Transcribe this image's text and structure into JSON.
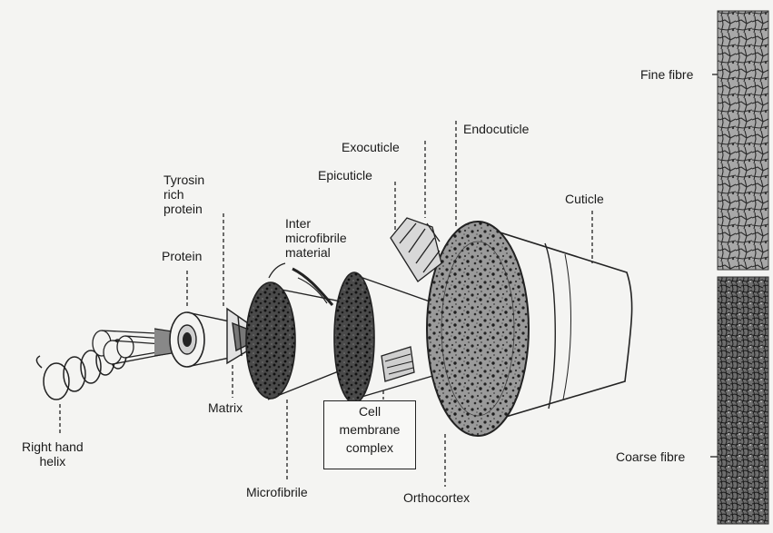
{
  "labels": {
    "right_hand_helix": [
      "Right hand",
      "helix"
    ],
    "protein": "Protein",
    "tyrosin": [
      "Tyrosin",
      "rich",
      "protein"
    ],
    "matrix": "Matrix",
    "inter_micro": [
      "Inter",
      "microfibrile",
      "material"
    ],
    "microfibrile": "Microfibrile",
    "cell_membrane": [
      "Cell",
      "membrane",
      "complex"
    ],
    "epicuticle": "Epicuticle",
    "exocuticle": "Exocuticle",
    "endocuticle": "Endocuticle",
    "orthocortex": "Orthocortex",
    "cuticle": "Cuticle",
    "fine_fibre": "Fine fibre",
    "coarse_fibre": "Coarse fibre"
  }
}
